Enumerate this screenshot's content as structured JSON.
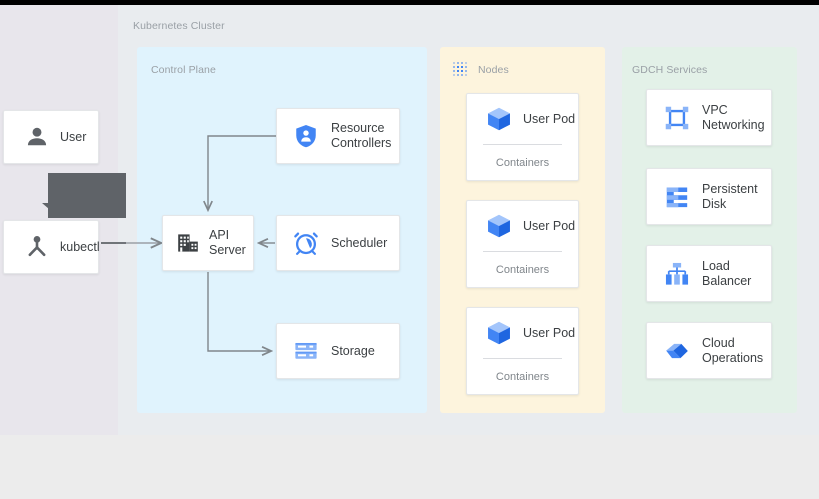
{
  "diagram": {
    "title": "Kubernetes Cluster",
    "cluster_label": "Kubernetes Cluster"
  },
  "colors": {
    "control_plane_bg": "#e0f3fd",
    "nodes_bg": "#fdf4dd",
    "gdch_bg": "#e3f1e8",
    "page_bg": "#e9ecef",
    "left_bg": "#e8e6ec",
    "bottom_bg": "#ececec",
    "accent_blue": "#4285f4",
    "accent_blue_light": "#8ab4f8",
    "icon_gray": "#5f6368",
    "connector_gray": "#80868b",
    "label_gray": "#9aa0a6",
    "text_gray": "#3c4043",
    "tooltip_bg": "#5f6368",
    "top_bar": "#000000"
  },
  "actors": [
    {
      "id": "user",
      "label": "User",
      "icon": "person-icon"
    },
    {
      "id": "kubectl",
      "label": "kubectl",
      "icon": "kubectl-node-icon"
    }
  ],
  "panels": {
    "control_plane": {
      "label": "Control Plane",
      "components": [
        {
          "id": "resource-controllers",
          "label": "Resource\nControllers",
          "icon": "shield-person-icon"
        },
        {
          "id": "api-server",
          "label": "API\nServer",
          "icon": "api-building-icon"
        },
        {
          "id": "scheduler",
          "label": "Scheduler",
          "icon": "alarm-clock-icon"
        },
        {
          "id": "storage",
          "label": "Storage",
          "icon": "storage-stack-icon"
        }
      ]
    },
    "nodes": {
      "label": "Nodes",
      "icon": "dotted-grid-icon",
      "pods": [
        {
          "id": "pod-1",
          "label": "User Pod",
          "sublabel": "Containers",
          "icon": "cube-icon"
        },
        {
          "id": "pod-2",
          "label": "User Pod",
          "sublabel": "Containers",
          "icon": "cube-icon"
        },
        {
          "id": "pod-3",
          "label": "User Pod",
          "sublabel": "Containers",
          "icon": "cube-icon"
        }
      ]
    },
    "gdch_services": {
      "label": "GDCH Services",
      "services": [
        {
          "id": "vpc-networking",
          "label": "VPC\nNetworking",
          "icon": "vpc-network-icon"
        },
        {
          "id": "persistent-disk",
          "label": "Persistent\nDisk",
          "icon": "persistent-disk-icon"
        },
        {
          "id": "load-balancer",
          "label": "Load\nBalancer",
          "icon": "load-balancer-icon"
        },
        {
          "id": "cloud-operations",
          "label": "Cloud\nOperations",
          "icon": "cloud-operations-icon"
        }
      ]
    }
  },
  "connections": [
    {
      "id": "kubectl-to-api",
      "from": "kubectl",
      "to": "api-server",
      "style": "arrow"
    },
    {
      "id": "rc-to-api",
      "from": "resource-controllers",
      "to": "api-server",
      "style": "arrow"
    },
    {
      "id": "scheduler-to-api",
      "from": "scheduler",
      "to": "api-server",
      "style": "arrow"
    },
    {
      "id": "api-to-storage",
      "from": "api-server",
      "to": "storage",
      "style": "arrow"
    }
  ],
  "overlay": {
    "tooltip_present": true,
    "tooltip_text": ""
  }
}
